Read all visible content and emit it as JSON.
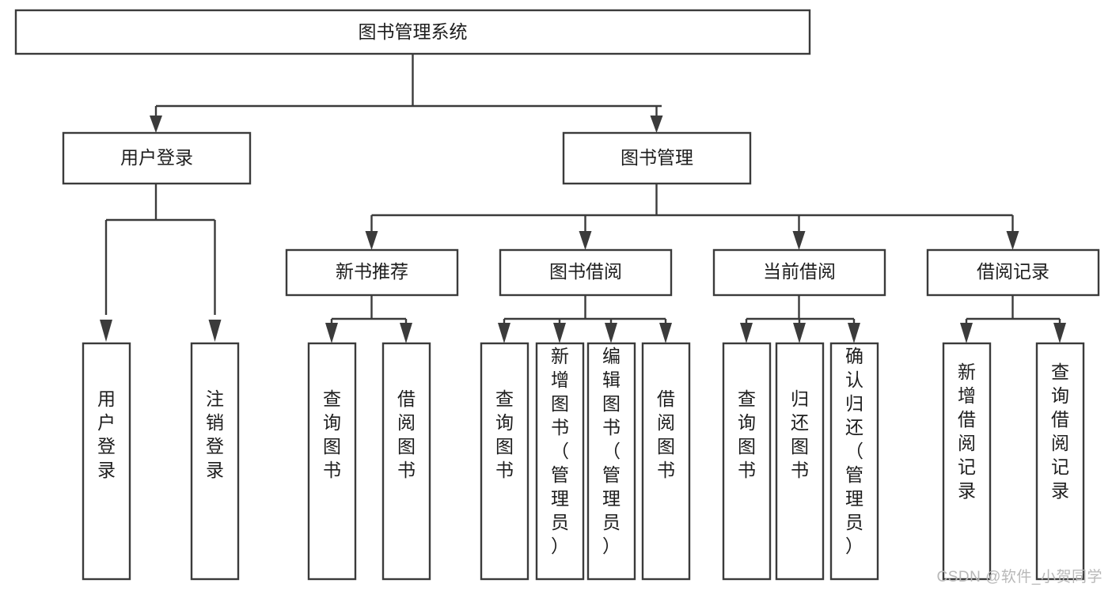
{
  "diagram": {
    "title": "图书管理系统",
    "type": "hierarchy-tree",
    "root": {
      "id": "root",
      "label": "图书管理系统"
    },
    "level2": [
      {
        "id": "user-login",
        "label": "用户登录"
      },
      {
        "id": "book-manage",
        "label": "图书管理"
      }
    ],
    "level3": [
      {
        "id": "new-book-rec",
        "label": "新书推荐",
        "parent": "book-manage"
      },
      {
        "id": "book-borrow",
        "label": "图书借阅",
        "parent": "book-manage"
      },
      {
        "id": "current-borrow",
        "label": "当前借阅",
        "parent": "book-manage"
      },
      {
        "id": "borrow-record",
        "label": "借阅记录",
        "parent": "book-manage"
      }
    ],
    "leaves": {
      "user-login": [
        {
          "id": "leaf-user-login",
          "label": "用户登录"
        },
        {
          "id": "leaf-user-logout",
          "label": "注销登录"
        }
      ],
      "new-book-rec": [
        {
          "id": "leaf-query-book-1",
          "label": "查询图书"
        },
        {
          "id": "leaf-borrow-book-1",
          "label": "借阅图书"
        }
      ],
      "book-borrow": [
        {
          "id": "leaf-query-book-2",
          "label": "查询图书"
        },
        {
          "id": "leaf-add-book",
          "label": "新增图书（管理员）"
        },
        {
          "id": "leaf-edit-book",
          "label": "编辑图书（管理员）"
        },
        {
          "id": "leaf-borrow-book-2",
          "label": "借阅图书"
        }
      ],
      "current-borrow": [
        {
          "id": "leaf-query-book-3",
          "label": "查询图书"
        },
        {
          "id": "leaf-return-book",
          "label": "归还图书"
        },
        {
          "id": "leaf-confirm-return",
          "label": "确认归还（管理员）"
        }
      ],
      "borrow-record": [
        {
          "id": "leaf-add-record",
          "label": "新增借阅记录"
        },
        {
          "id": "leaf-query-record",
          "label": "查询借阅记录"
        }
      ]
    },
    "colors": {
      "box_stroke": "#3b3b3b",
      "box_fill": "#ffffff",
      "connector": "#3b3b3b",
      "text": "#1d1d1d",
      "background": "#ffffff",
      "watermark": "#b8b8b8"
    }
  },
  "watermark": {
    "text": "CSDN @软件_小贺同学"
  }
}
